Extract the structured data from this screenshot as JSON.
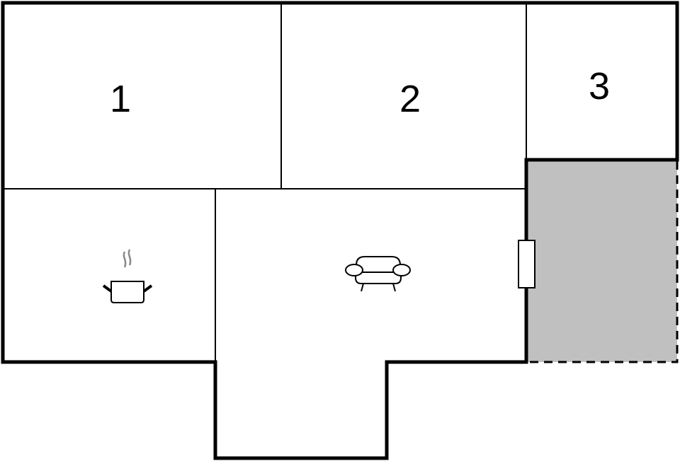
{
  "rooms": [
    {
      "label": "1"
    },
    {
      "label": "2"
    },
    {
      "label": "3"
    }
  ],
  "icons": {
    "kitchen": "cooking-pot-icon",
    "living": "sofa-icon"
  },
  "colors": {
    "walls": "#000000",
    "terrace": "#c0c0c0",
    "background": "#ffffff"
  }
}
